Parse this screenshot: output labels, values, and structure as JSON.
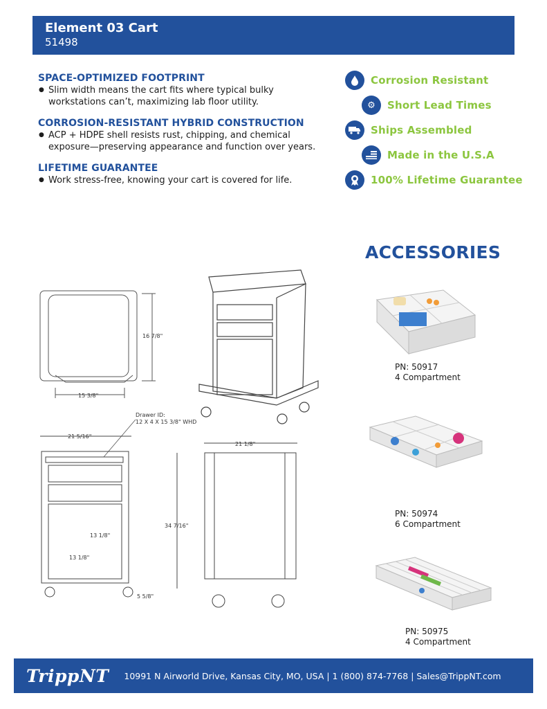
{
  "header": {
    "title": "Element 03 Cart",
    "part_number": "51498"
  },
  "features": [
    {
      "heading": "SPACE-OPTIMIZED FOOTPRINT",
      "bullet": "Slim width means the cart fits where typical bulky workstations can’t, maximizing lab floor utility."
    },
    {
      "heading": "CORROSION-RESISTANT HYBRID CONSTRUCTION",
      "bullet": "ACP + HDPE shell resists rust, chipping, and chemical exposure—preserving appearance and function over years."
    },
    {
      "heading": "LIFETIME GUARANTEE",
      "bullet": "Work stress-free, knowing your cart is covered for life."
    }
  ],
  "badges": [
    {
      "label": "Corrosion Resistant",
      "icon": "droplet-icon"
    },
    {
      "label": "Short Lead Times",
      "icon": "gear-icon"
    },
    {
      "label": "Ships Assembled",
      "icon": "truck-icon"
    },
    {
      "label": "Made in the U.S.A",
      "icon": "flag-icon"
    },
    {
      "label": "100% Lifetime Guarantee",
      "icon": "ribbon-icon"
    }
  ],
  "accessories": {
    "title": "ACCESSORIES",
    "items": [
      {
        "pn": "PN: 50917",
        "desc": "4 Compartment"
      },
      {
        "pn": "PN: 50974",
        "desc": "6 Compartment"
      },
      {
        "pn": "PN: 50975",
        "desc": "4 Compartment"
      }
    ]
  },
  "dimensions": {
    "top_depth": "16 7/8\"",
    "top_width": "15 3/8\"",
    "drawer_label_line1": "Drawer ID:",
    "drawer_label_line2": "12 X 4 X 15 3/8\" WHD",
    "front_width": "21 5/16\"",
    "side_depth": "21 1/8\"",
    "height": "34 7/16\"",
    "door_height": "13 1/8\"",
    "door_width": "13 1/8\"",
    "caster_height": "5 5/8\""
  },
  "footer": {
    "logo": "TrippNT",
    "contact": "10991 N Airworld Drive, Kansas City, MO, USA | 1 (800) 874-7768 | Sales@TrippNT.com"
  },
  "colors": {
    "brand_blue": "#22519c",
    "accent_green": "#8cc63f"
  }
}
